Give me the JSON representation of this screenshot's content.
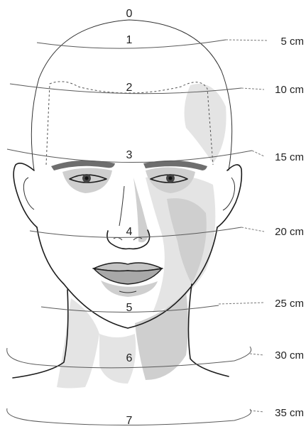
{
  "levels": [
    {
      "number": "0",
      "distance": ""
    },
    {
      "number": "1",
      "distance": "5 cm"
    },
    {
      "number": "2",
      "distance": "10 cm"
    },
    {
      "number": "3",
      "distance": "15 cm"
    },
    {
      "number": "4",
      "distance": "20 cm"
    },
    {
      "number": "5",
      "distance": "25 cm"
    },
    {
      "number": "6",
      "distance": "30 cm"
    },
    {
      "number": "7",
      "distance": "35 cm"
    }
  ],
  "colors": {
    "ink": "#1c1c1c",
    "shade": "#cfcfcf",
    "shade_light": "#e4e4e4",
    "shade_dark": "#b5b5b5"
  }
}
